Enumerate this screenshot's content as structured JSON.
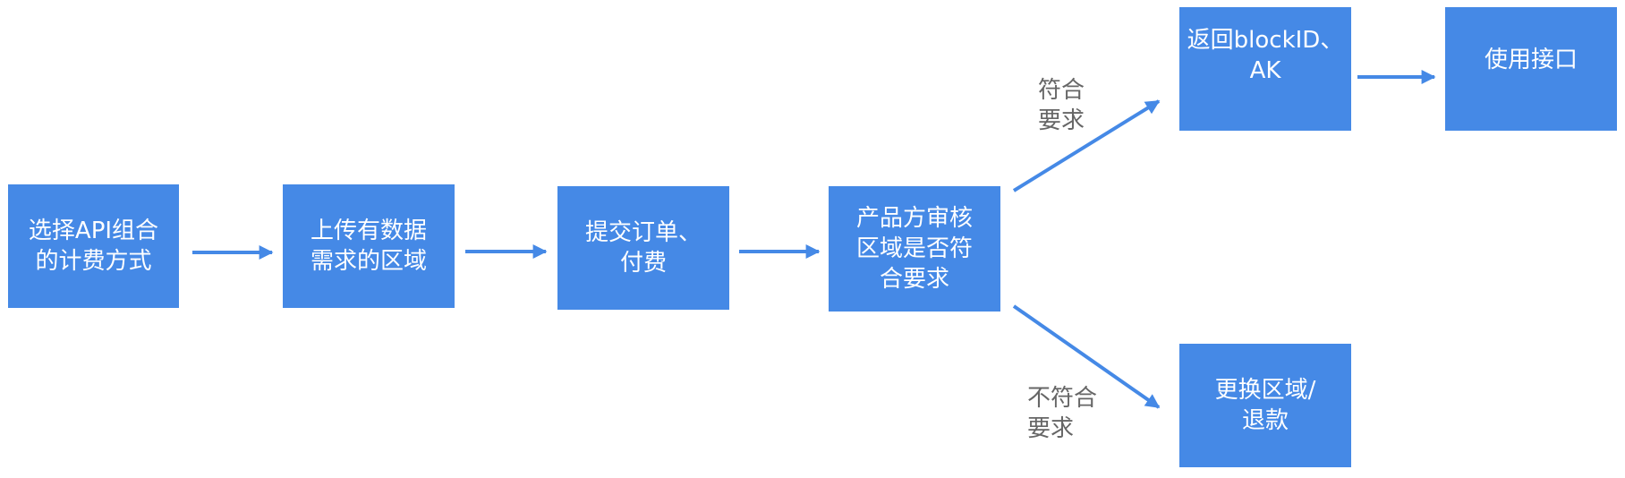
{
  "diagram": {
    "colors": {
      "box_fill": "#4589e6",
      "box_text": "#ffffff",
      "arrow": "#4589e6",
      "label_text": "#666666"
    },
    "nodes": [
      {
        "id": "select-api",
        "text": "选择API组合\n的计费方式"
      },
      {
        "id": "upload-region",
        "text": "上传有数据\n需求的区域"
      },
      {
        "id": "submit-order",
        "text": "提交订单、\n付费"
      },
      {
        "id": "review-region",
        "text": "产品方审核\n区域是否符\n合要求"
      },
      {
        "id": "return-keys",
        "text": "返回blockID、\nAK"
      },
      {
        "id": "use-api",
        "text": "使用接口"
      },
      {
        "id": "change-region",
        "text": "更换区域/\n退款"
      }
    ],
    "edge_labels": {
      "yes": "符合\n要求",
      "no": "不符合\n要求"
    }
  }
}
